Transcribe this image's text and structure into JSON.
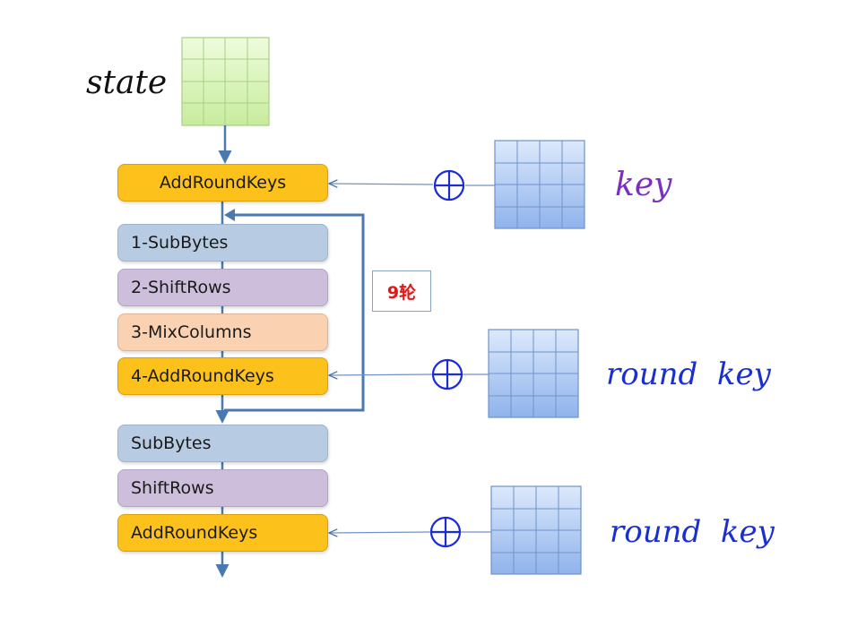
{
  "labels": {
    "state": "state",
    "key": "key",
    "round_key_1": "round  key",
    "round_key_2": "round  key"
  },
  "rounds_label": "9轮",
  "steps": {
    "initial_add_round_key": "AddRoundKeys",
    "sub_bytes_1": "1-SubBytes",
    "shift_rows_2": "2-ShiftRows",
    "mix_columns_3": "3-MixColumns",
    "add_round_keys_4": "4-AddRoundKeys",
    "final_sub_bytes": "SubBytes",
    "final_shift_rows": "ShiftRows",
    "final_add_round_keys": "AddRoundKeys"
  },
  "colors": {
    "state_matrix": "#d3f3b0",
    "key_matrix": "#a9c6f2",
    "add_round_key": "#fcc21b",
    "sub_bytes": "#b7cce3",
    "shift_rows": "#cdbfdb",
    "mix_columns": "#fad2b2",
    "key_label": "#7a2fc0",
    "round_key_label": "#1a2fd0",
    "rounds_text": "#e01818",
    "flow_arrow": "#4a78b0"
  },
  "icons": {
    "xor": "circled-plus-icon"
  }
}
